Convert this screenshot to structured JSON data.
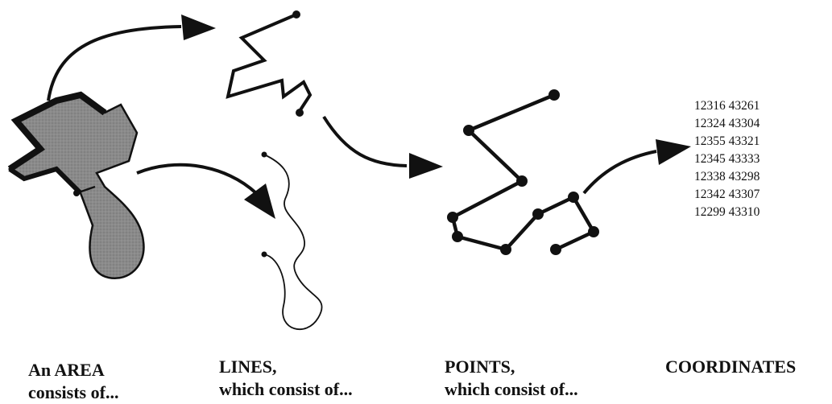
{
  "coordinates": [
    "12316 43261",
    "12324 43304",
    "12355 43321",
    "12345 43333",
    "12338 43298",
    "12342 43307",
    "12299 43310"
  ],
  "captions": {
    "area": {
      "line1": "An AREA",
      "line2": "consists of..."
    },
    "lines": {
      "line1": "LINES,",
      "line2": "which consist of..."
    },
    "points": {
      "line1": "POINTS,",
      "line2": "which consist of..."
    },
    "coordinates": {
      "line1": "COORDINATES"
    }
  },
  "colors": {
    "area_fill": "#8a8a8a",
    "outline": "#111111"
  }
}
